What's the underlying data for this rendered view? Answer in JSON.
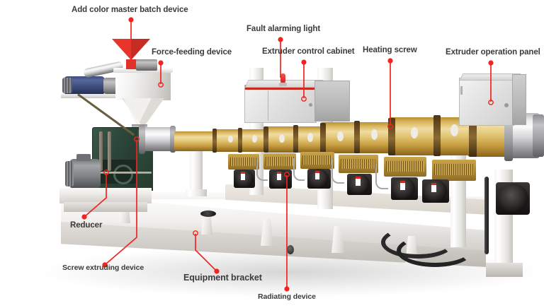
{
  "image": {
    "subject": "Plastic extruder machine annotated diagram",
    "background_color": "#ffffff",
    "callout_color": "#f3231e",
    "label_text_color": "#3b3b3b"
  },
  "callouts": [
    {
      "id": "add-color-master-batch-device",
      "label": "Add color master batch device"
    },
    {
      "id": "force-feeding-device",
      "label": "Force-feeding device"
    },
    {
      "id": "fault-alarming-light",
      "label": "Fault alarming light"
    },
    {
      "id": "extruder-control-cabinet",
      "label": "Extruder control cabinet"
    },
    {
      "id": "heating-screw",
      "label": "Heating screw"
    },
    {
      "id": "extruder-operation-panel",
      "label": "Extruder operation panel"
    },
    {
      "id": "reducer",
      "label": "Reducer"
    },
    {
      "id": "screw-extruding-device",
      "label": "Screw extruding device"
    },
    {
      "id": "equipment-bracket",
      "label": "Equipment bracket"
    },
    {
      "id": "radiating-device",
      "label": "Radiating device"
    }
  ],
  "machine_parts": {
    "hopper_funnel_color": "#e8342a",
    "barrel_color": "#d9b55c",
    "gearbox_color": "#2c4639",
    "motor_color": "#3d4c7e",
    "frame_color": "#eeedeb",
    "cabinet_color": "#e2e2e2",
    "cabinet_accent_color": "#e23a2e"
  }
}
